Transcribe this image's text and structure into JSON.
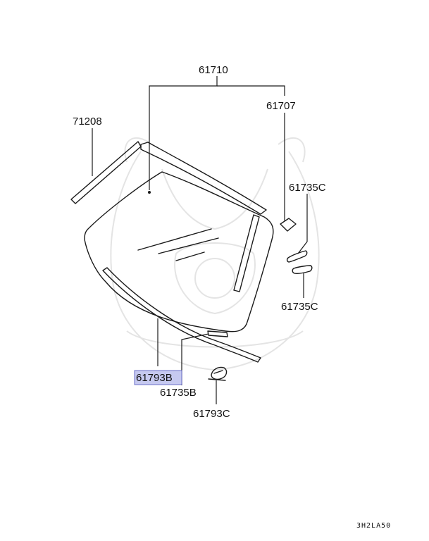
{
  "parts": {
    "windshield_assembly": "61710",
    "molding": "61707",
    "side_molding": "71208",
    "clip_upper": "61735C",
    "clip_lower": "61735C",
    "clip_bottom": "61735B",
    "lower_seal_selected": "61793B",
    "fastener": "61793C"
  },
  "diagram_ref": "3H2LA50",
  "highlight_color": "#c6c9f0",
  "highlight_border": "#6a6fc8"
}
